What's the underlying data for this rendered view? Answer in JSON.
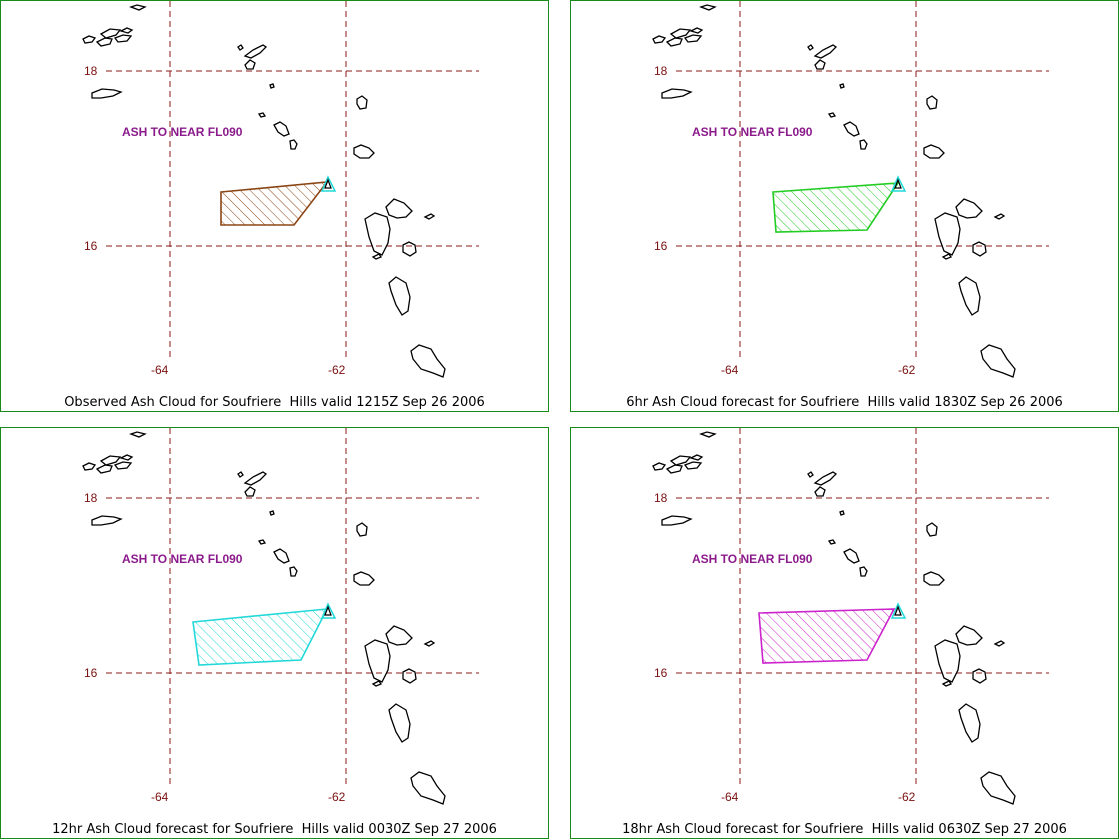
{
  "annotation": "ASH TO NEAR FL090",
  "lat_labels": [
    "18",
    "16"
  ],
  "lon_labels": [
    "-64",
    "-62"
  ],
  "panels": [
    {
      "caption": "Observed Ash Cloud for Soufriere  Hills valid 1215Z Sep 26 2006",
      "cloud_color": "#8b4513"
    },
    {
      "caption": "6hr Ash Cloud forecast for Soufriere  Hills valid 1830Z Sep 26 2006",
      "cloud_color": "#22cc22"
    },
    {
      "caption": "12hr Ash Cloud forecast for Soufriere  Hills valid 0030Z Sep 27 2006",
      "cloud_color": "#22d8d8"
    },
    {
      "caption": "18hr Ash Cloud forecast for Soufriere  Hills valid 0630Z Sep 27 2006",
      "cloud_color": "#cc22cc"
    }
  ],
  "volcano_marker_color": "#22d8d8",
  "grid_color": "#8b1a1a"
}
